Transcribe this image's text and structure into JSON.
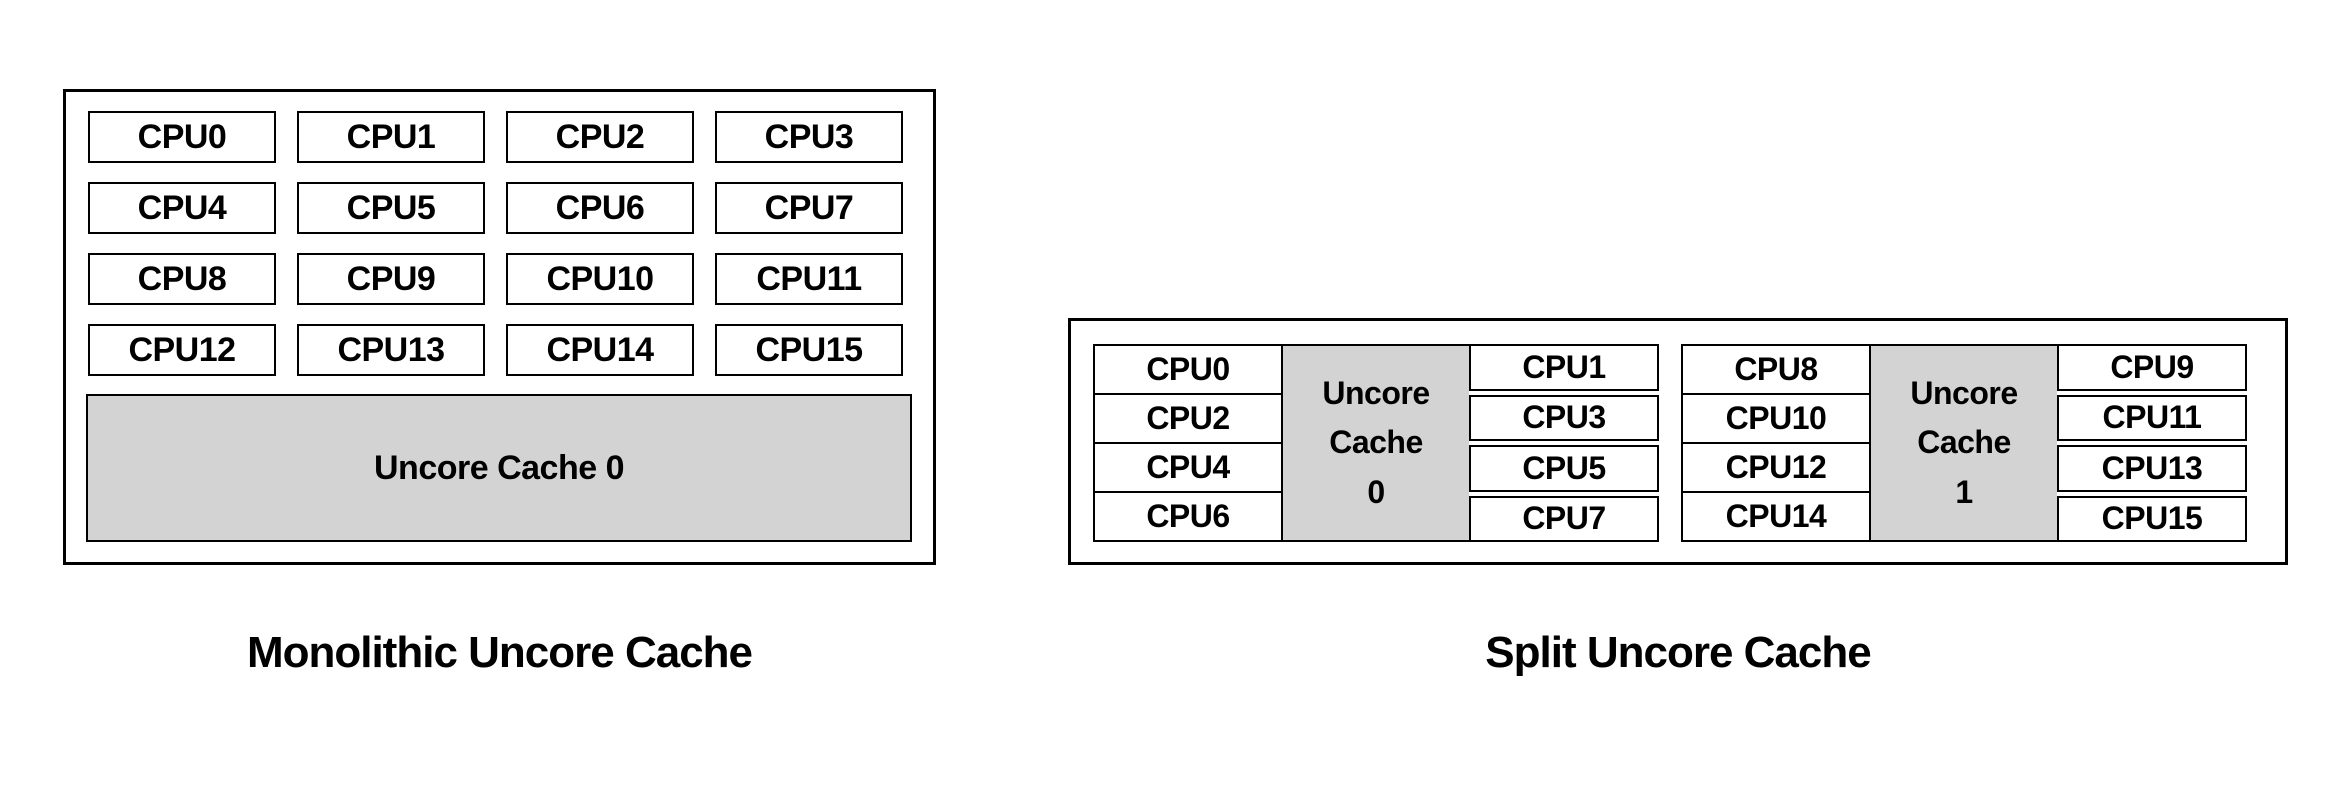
{
  "colors": {
    "background": "#ffffff",
    "border": "#000000",
    "cache_fill": "#d3d3d3",
    "text": "#000000"
  },
  "monolithic": {
    "title": "Monolithic Uncore Cache",
    "cpus": [
      "CPU0",
      "CPU1",
      "CPU2",
      "CPU3",
      "CPU4",
      "CPU5",
      "CPU6",
      "CPU7",
      "CPU8",
      "CPU9",
      "CPU10",
      "CPU11",
      "CPU12",
      "CPU13",
      "CPU14",
      "CPU15"
    ],
    "cache_label": "Uncore Cache 0"
  },
  "split": {
    "title": "Split Uncore Cache",
    "groups": [
      {
        "left_cpus": [
          "CPU0",
          "CPU2",
          "CPU4",
          "CPU6"
        ],
        "cache_lines": [
          "Uncore",
          "Cache",
          "0"
        ],
        "right_cpus": [
          "CPU1",
          "CPU3",
          "CPU5",
          "CPU7"
        ]
      },
      {
        "left_cpus": [
          "CPU8",
          "CPU10",
          "CPU12",
          "CPU14"
        ],
        "cache_lines": [
          "Uncore",
          "Cache",
          "1"
        ],
        "right_cpus": [
          "CPU9",
          "CPU11",
          "CPU13",
          "CPU15"
        ]
      }
    ]
  }
}
